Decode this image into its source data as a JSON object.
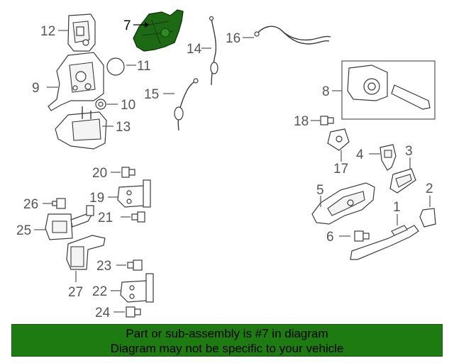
{
  "diagram": {
    "highlighted_part": "7",
    "callouts": [
      "1",
      "2",
      "3",
      "4",
      "5",
      "6",
      "7",
      "8",
      "9",
      "10",
      "11",
      "12",
      "13",
      "14",
      "15",
      "16",
      "17",
      "18",
      "19",
      "20",
      "21",
      "22",
      "23",
      "24",
      "25",
      "26",
      "27"
    ],
    "colors": {
      "highlight": "#1e6a14",
      "banner": "#1e7b12",
      "line": "#3a3a3a",
      "label": "#555555"
    }
  },
  "banner": {
    "line1": "Part or sub-assembly is #7 in diagram",
    "line2": "Diagram may not be specific to your vehicle"
  }
}
